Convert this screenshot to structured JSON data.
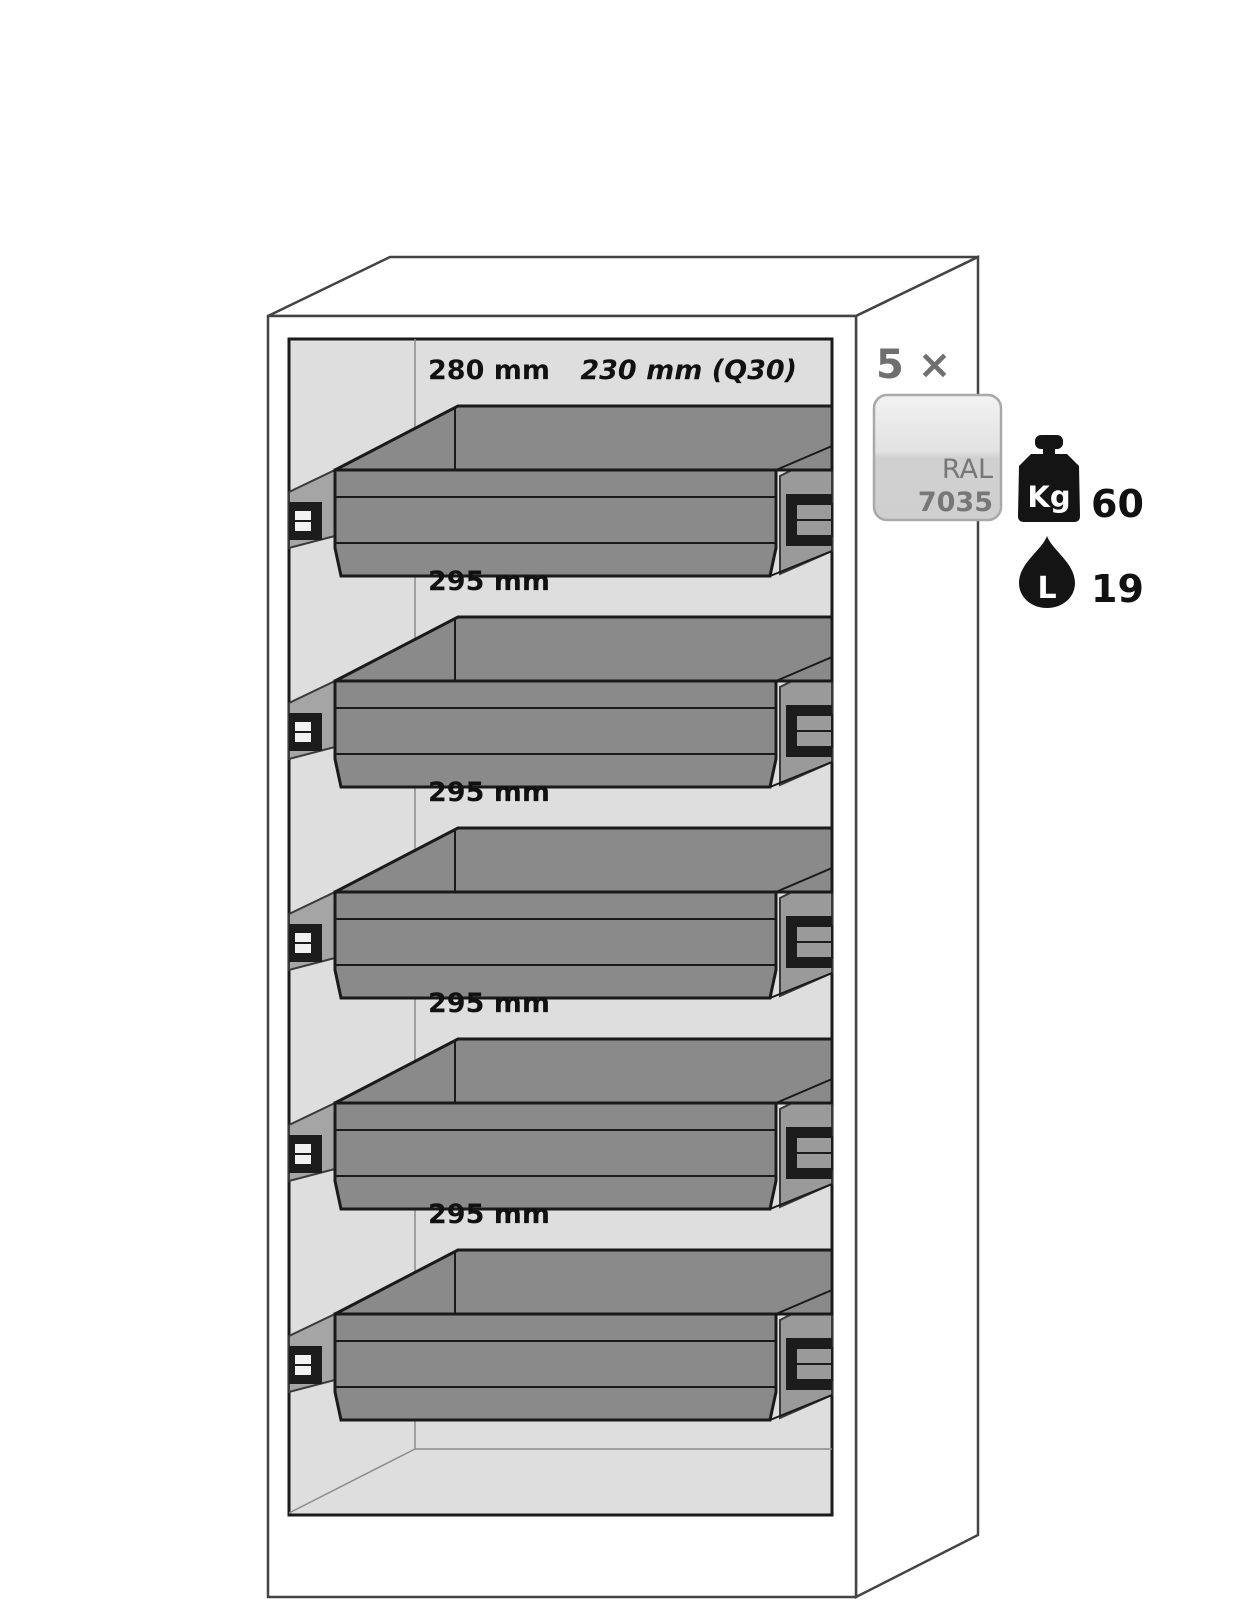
{
  "cabinet": {
    "shelves": [
      {
        "label": "280 mm",
        "extra_label": "230 mm (Q30)"
      },
      {
        "label": "295 mm"
      },
      {
        "label": "295 mm"
      },
      {
        "label": "295 mm"
      },
      {
        "label": "295 mm"
      }
    ]
  },
  "badges": {
    "quantity": "5 ×",
    "color_swatch": {
      "line1": "RAL",
      "line2": "7035"
    },
    "weight": {
      "icon": "weight-icon",
      "icon_text": "Kg",
      "value": "60"
    },
    "volume": {
      "icon": "drop-icon",
      "icon_text": "L",
      "value": "19"
    }
  },
  "colors": {
    "outline": "#1a1a1a",
    "cabinet_body": "#ffffff",
    "interior": "#dedede",
    "tray": "#8a8a8a",
    "swatch": "#d8d8d8",
    "quantity_text": "#6f6f6f"
  }
}
